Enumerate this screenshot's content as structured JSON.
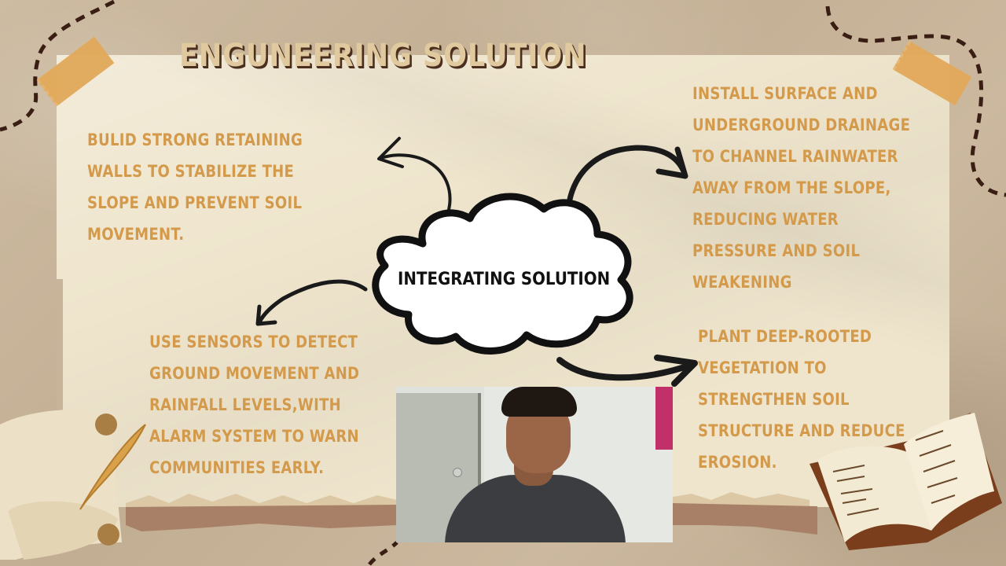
{
  "slide": {
    "title": "ENGUNEERING SOLUTION",
    "center_node": {
      "label": "INTEGRATING SOLUTION",
      "shape": "cloud-shape"
    },
    "notes": {
      "top_left": {
        "lines": [
          "BULID STRONG RETAINING",
          "WALLS TO STABILIZE THE",
          "SLOPE AND PREVENT SOIL",
          "MOVEMENT."
        ]
      },
      "top_right": {
        "lines": [
          " INSTALL SURFACE AND",
          "UNDERGROUND DRAINAGE",
          "TO CHANNEL RAINWATER",
          "AWAY FROM THE SLOPE,",
          "REDUCING WATER",
          "PRESSURE AND SOIL",
          "WEAKENING"
        ]
      },
      "bottom_left": {
        "lines": [
          "USE SENSORS TO DETECT",
          "GROUND MOVEMENT AND",
          "RAINFALL LEVELS,WITH",
          "ALARM SYSTEM TO WARN",
          "COMMUNITIES EARLY."
        ]
      },
      "bottom_right": {
        "lines": [
          "PLANT DEEP-ROOTED",
          "VEGETATION TO",
          "STRENGTHEN SOIL",
          "STRUCTURE AND REDUCE",
          "EROSION."
        ]
      }
    },
    "icons": [
      "tape-icon",
      "dashed-path-icon",
      "scroll-quill-icon",
      "open-book-icon",
      "arrow-icon",
      "cloud-icon"
    ]
  },
  "video_overlay": {
    "type": "webcam-feed"
  },
  "colors": {
    "background": "#c9b69c",
    "paper": "#efe5cd",
    "note_text": "#d49a4c",
    "title_fill": "#e0c99e",
    "title_shadow": "#4a2f1f",
    "tape": "#e2a95a",
    "torn_strip": "#a88068",
    "dash": "#3a1e14",
    "arrow": "#111111"
  }
}
